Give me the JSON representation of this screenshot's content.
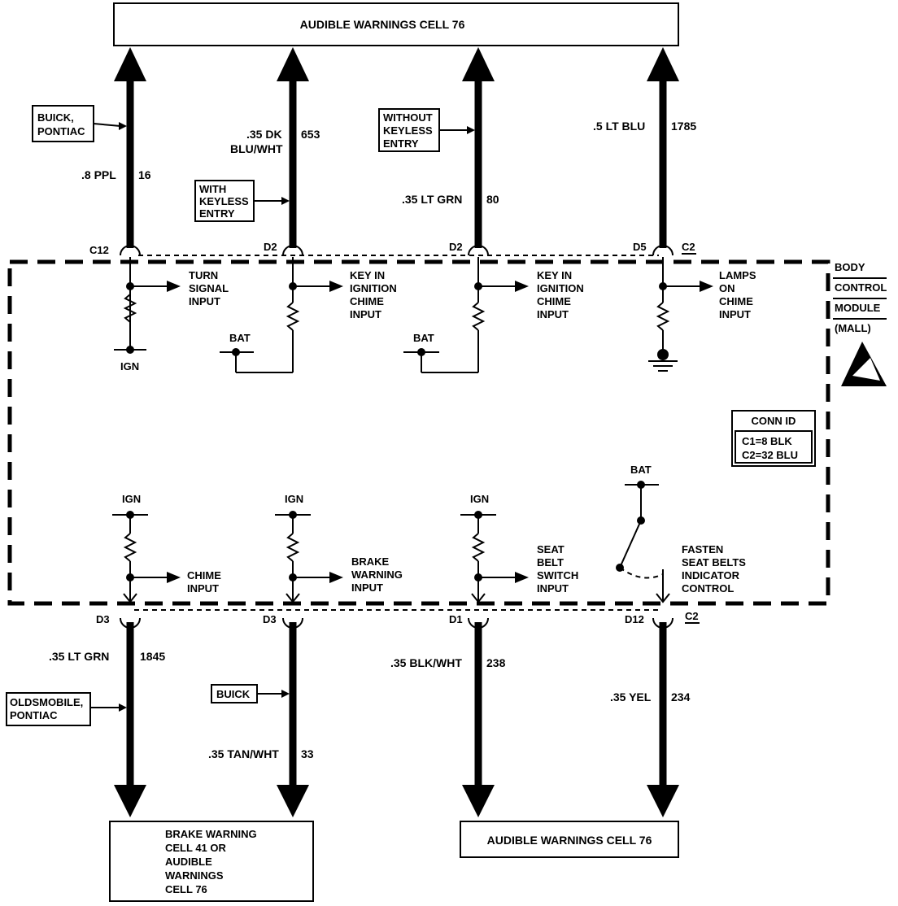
{
  "top_box": "AUDIBLE WARNINGS CELL 76",
  "bottom_left_box": [
    "BRAKE WARNING",
    "CELL 41 OR",
    "AUDIBLE",
    "WARNINGS",
    "CELL 76"
  ],
  "bottom_right_box": "AUDIBLE WARNINGS CELL 76",
  "module_name": [
    "BODY",
    "CONTROL",
    "MODULE",
    "(MALL)"
  ],
  "conn_id": {
    "title": "CONN ID",
    "c1": "C1=8 BLK",
    "c2": "C2=32 BLU"
  },
  "top_wires": [
    {
      "pin": "C12",
      "wire_label": ".8 PPL",
      "circuit": "16",
      "input_label": [
        "TURN",
        "SIGNAL",
        "INPUT"
      ],
      "source": "IGN",
      "note": [
        "BUICK,",
        "PONTIAC"
      ]
    },
    {
      "pin": "D2",
      "wire_label": [
        ".35 DK",
        "BLU/WHT"
      ],
      "circuit": "653",
      "input_label": [
        "KEY IN",
        "IGNITION",
        "CHIME",
        "INPUT"
      ],
      "source": "BAT",
      "note": [
        "WITH",
        "KEYLESS",
        "ENTRY"
      ]
    },
    {
      "pin": "D2",
      "wire_label": ".35 LT GRN",
      "circuit": "80",
      "input_label": [
        "KEY IN",
        "IGNITION",
        "CHIME",
        "INPUT"
      ],
      "source": "BAT",
      "note": [
        "WITHOUT",
        "KEYLESS",
        "ENTRY"
      ]
    },
    {
      "pin": "D5",
      "connector": "C2",
      "wire_label": ".5 LT BLU",
      "circuit": "1785",
      "input_label": [
        "LAMPS",
        "ON",
        "CHIME",
        "INPUT"
      ]
    }
  ],
  "bottom_wires": [
    {
      "pin": "D3",
      "wire_label": ".35 LT GRN",
      "circuit": "1845",
      "input_label": [
        "CHIME",
        "INPUT"
      ],
      "source": "IGN",
      "note": [
        "OLDSMOBILE,",
        "PONTIAC"
      ]
    },
    {
      "pin": "D3",
      "wire_label": ".35 TAN/WHT",
      "circuit": "33",
      "input_label": [
        "BRAKE",
        "WARNING",
        "INPUT"
      ],
      "source": "IGN",
      "note": [
        "BUICK"
      ]
    },
    {
      "pin": "D1",
      "wire_label": ".35 BLK/WHT",
      "circuit": "238",
      "input_label": [
        "SEAT",
        "BELT",
        "SWITCH",
        "INPUT"
      ],
      "source": "IGN"
    },
    {
      "pin": "D12",
      "connector": "C2",
      "wire_label": ".35 YEL",
      "circuit": "234",
      "input_label": [
        "FASTEN",
        "SEAT BELTS",
        "INDICATOR",
        "CONTROL"
      ],
      "source": "BAT"
    }
  ]
}
